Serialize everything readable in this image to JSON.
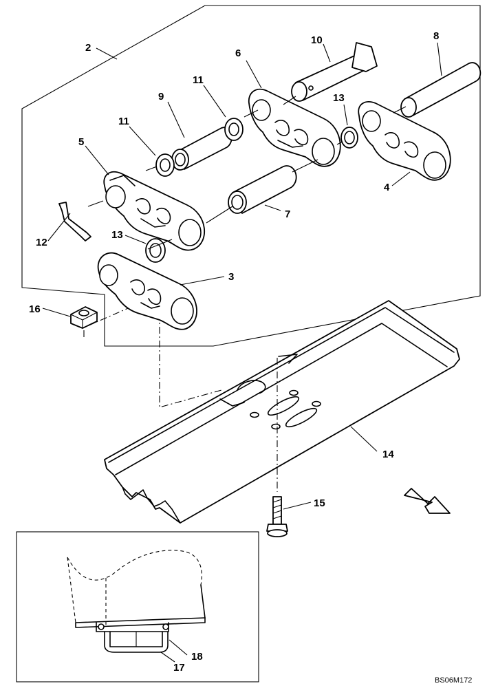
{
  "callouts": {
    "c2": "2",
    "c3": "3",
    "c4": "4",
    "c5": "5",
    "c6": "6",
    "c7": "7",
    "c8": "8",
    "c9": "9",
    "c10": "10",
    "c11a": "11",
    "c11b": "11",
    "c12": "12",
    "c13a": "13",
    "c13b": "13",
    "c14": "14",
    "c15": "15",
    "c16": "16",
    "c17": "17",
    "c18": "18"
  },
  "drawing_code": "BS06M172",
  "icons": {
    "direction_arrow": "arrow-down-right-icon"
  }
}
